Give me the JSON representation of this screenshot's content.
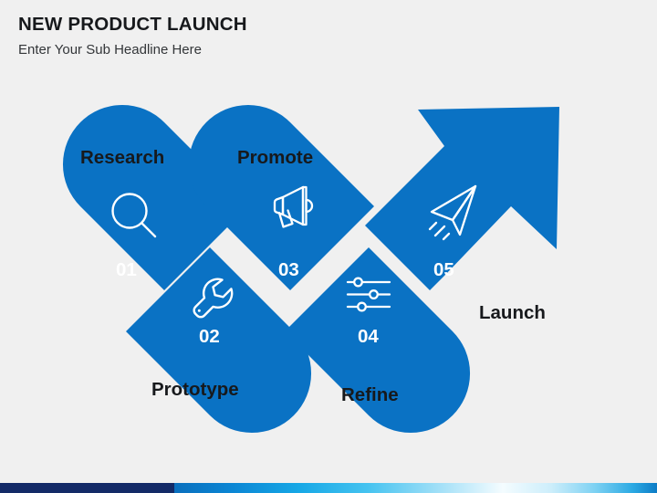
{
  "slide": {
    "background_color": "#f0f0f0",
    "accent_color": "#0a72c4",
    "title": "NEW PRODUCT LAUNCH",
    "subtitle": "Enter Your Sub Headline Here"
  },
  "diagram": {
    "type": "chevron-process-arrow",
    "step_count": 5,
    "shape_color": "#0a72c4",
    "steps": [
      {
        "number": "01",
        "label": "Research",
        "icon": "magnifier-icon",
        "position": "above",
        "shape": "rounded-top-diamond"
      },
      {
        "number": "02",
        "label": "Prototype",
        "icon": "wrench-icon",
        "position": "below",
        "shape": "rounded-bottom-diamond"
      },
      {
        "number": "03",
        "label": "Promote",
        "icon": "megaphone-icon",
        "position": "above",
        "shape": "rounded-top-diamond"
      },
      {
        "number": "04",
        "label": "Refine",
        "icon": "sliders-icon",
        "position": "below",
        "shape": "rounded-bottom-diamond"
      },
      {
        "number": "05",
        "label": "Launch",
        "icon": "paper-plane-icon",
        "position": "right",
        "shape": "up-right-arrow"
      }
    ]
  },
  "footer": {
    "navy_color": "#132a67",
    "gradient_from": "#0a6fbd",
    "gradient_to": "#0d7cc6"
  }
}
